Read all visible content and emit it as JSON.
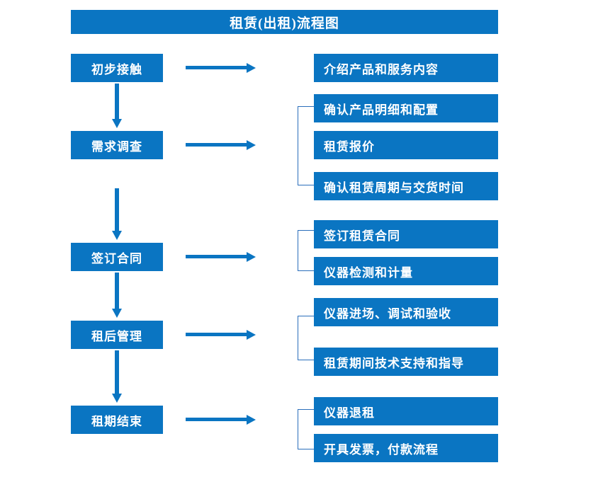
{
  "diagram": {
    "title": "租赁(出租)流程图",
    "accent_color": "#0a75c2",
    "bracket_color": "#2a6ebb",
    "text_color": "#ffffff",
    "background_color": "#ffffff"
  },
  "stages": [
    {
      "label": "初步接触"
    },
    {
      "label": "需求调查"
    },
    {
      "label": "签订合同"
    },
    {
      "label": "租后管理"
    },
    {
      "label": "租期结束"
    }
  ],
  "details": {
    "group1": [
      {
        "label": "介绍产品和服务内容"
      }
    ],
    "group2": [
      {
        "label": "确认产品明细和配置"
      },
      {
        "label": "租赁报价"
      },
      {
        "label": "确认租赁周期与交货时间"
      }
    ],
    "group3": [
      {
        "label": "签订租赁合同"
      },
      {
        "label": "仪器检测和计量"
      }
    ],
    "group4": [
      {
        "label": "仪器进场、调试和验收"
      },
      {
        "label": "租赁期间技术支持和指导"
      }
    ],
    "group5": [
      {
        "label": "仪器退租"
      },
      {
        "label": "开具发票，付款流程"
      }
    ]
  }
}
